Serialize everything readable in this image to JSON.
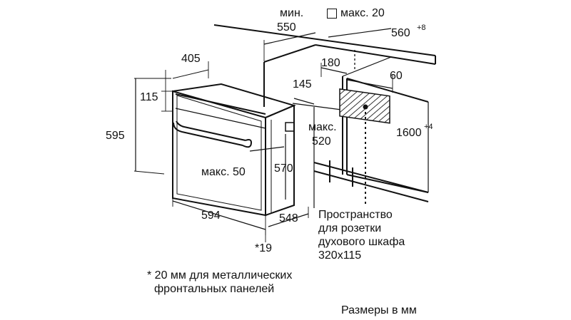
{
  "labels": {
    "min_word": "мин.",
    "d550": "550",
    "max20": "макс. 20",
    "d560": "560",
    "d560_sup": "+8",
    "d405": "405",
    "d180": "180",
    "d60": "60",
    "d145": "145",
    "d115": "115",
    "d595": "595",
    "max520_word": "макс.",
    "d520": "520",
    "d1600": "1600",
    "d1600_sup": "+4",
    "max50": "макс. 50",
    "d570": "570",
    "d594": "594",
    "d548": "548",
    "star19": "*19"
  },
  "socket_note": [
    "Пространство",
    "для розетки",
    "духового шкафа",
    "320x115"
  ],
  "footnote": [
    "* 20 мм для металлических",
    "фронтальных панелей"
  ],
  "units_note": "Размеры в мм"
}
